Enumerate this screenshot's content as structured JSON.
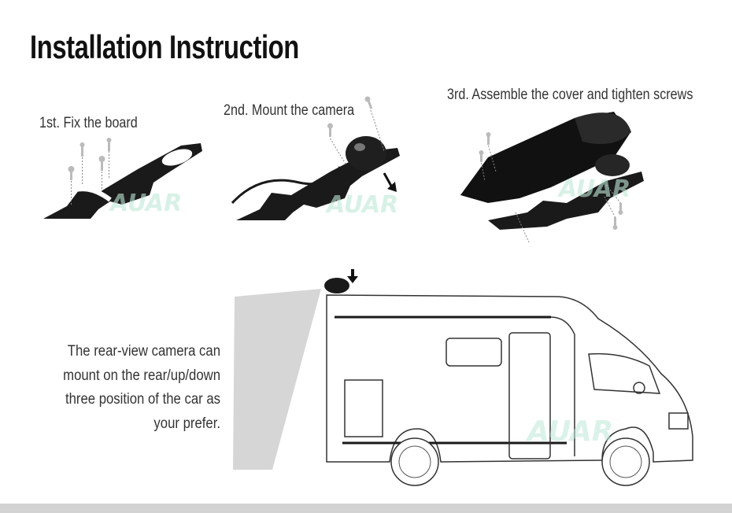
{
  "page": {
    "title": "Installation Instruction"
  },
  "steps": [
    {
      "label": "1st. Fix the board"
    },
    {
      "label": "2nd. Mount the camera"
    },
    {
      "label": "3rd. Assemble the cover and tighten screws"
    }
  ],
  "caption": {
    "lines": [
      "The rear-view camera can",
      "mount on the rear/up/down",
      "three position of the car as",
      "your prefer."
    ]
  },
  "colors": {
    "text": "#333333",
    "title": "#111111",
    "part_dark": "#1a1a1a",
    "watermark": "#bfe8d6",
    "footer": "#d3d3d3"
  }
}
